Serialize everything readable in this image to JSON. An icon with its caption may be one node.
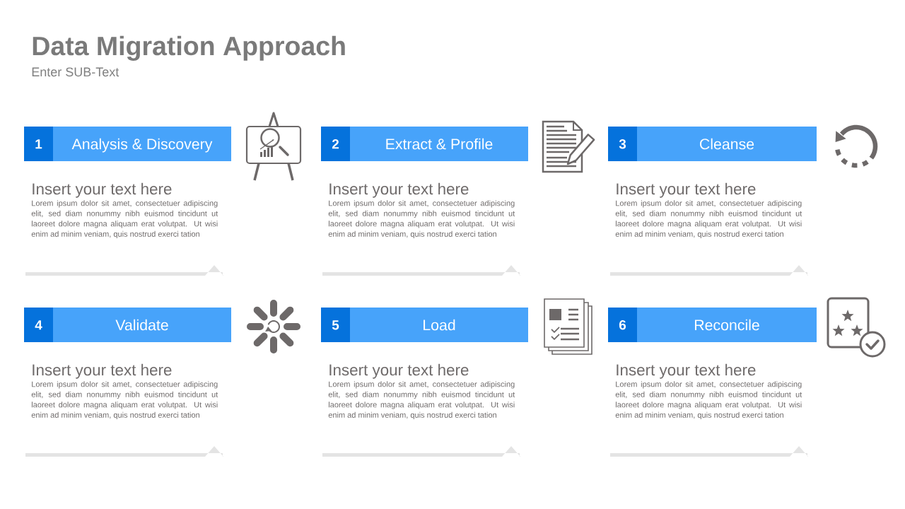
{
  "diagram": {
    "title": "Data Migration Approach",
    "nodes": [
      {
        "text": [
          "1"
        ]
      },
      {
        "text": [
          "Analysis & Discovery"
        ],
        "beside": [
          "Insert your text here",
          "Lorem ipsum dolor sit amet, consectetuer adipiscing elit, sed diam nonummy nibh euismod tincidunt ut laoreet dolore magna aliquam erat volutpat. Ut wisi enim ad minim veniam, quis nostrud exerci tation"
        ]
      },
      {
        "text": [
          "2"
        ]
      },
      {
        "text": [
          "Extract & Profile"
        ],
        "beside": [
          "Insert your text here",
          "Lorem ipsum dolor sit amet, consectetuer adipiscing elit, sed diam nonummy nibh euismod tincidunt ut laoreet dolore magna aliquam erat volutpat. Ut wisi enim ad minim veniam, quis nostrud exerci tation"
        ]
      },
      {
        "text": [
          "3"
        ]
      },
      {
        "text": [
          "Cleanse"
        ],
        "beside": [
          "Insert your text here",
          "Lorem ipsum dolor sit amet, consectetuer adipiscing elit, sed diam nonummy nibh euismod tincidunt ut laoreet dolore magna aliquam erat volutpat. Ut wisi enim ad minim veniam, quis nostrud exerci tation"
        ]
      },
      {
        "text": [
          "4"
        ]
      },
      {
        "text": [
          "Validate"
        ],
        "beside": [
          "Insert your text here",
          "Lorem ipsum dolor sit amet, consectetuer adipiscing elit, sed diam nonummy nibh euismod tincidunt ut laoreet dolore magna aliquam erat volutpat. Ut wisi enim ad minim veniam, quis nostrud exerci tation"
        ]
      },
      {
        "text": [
          "5"
        ]
      },
      {
        "text": [
          "Load"
        ],
        "beside": [
          "Insert your text here",
          "Lorem ipsum dolor sit amet, consectetuer adipiscing elit, sed diam nonummy nibh euismod tincidunt ut laoreet dolore magna aliquam erat volutpat. Ut wisi enim ad minim veniam, quis nostrud exerci tation"
        ]
      },
      {
        "text": [
          "6"
        ]
      },
      {
        "text": [
          "Reconcile"
        ],
        "beside": [
          "Insert your text here",
          "Lorem ipsum dolor sit amet, consectetuer adipiscing elit, sed diam nonummy nibh euismod tincidunt ut laoreet dolore magna aliquam erat volutpat. Ut wisi enim ad minim veniam, quis nostrud exerci tation"
        ]
      }
    ],
    "labels": [
      "Enter SUB-Text"
    ]
  }
}
